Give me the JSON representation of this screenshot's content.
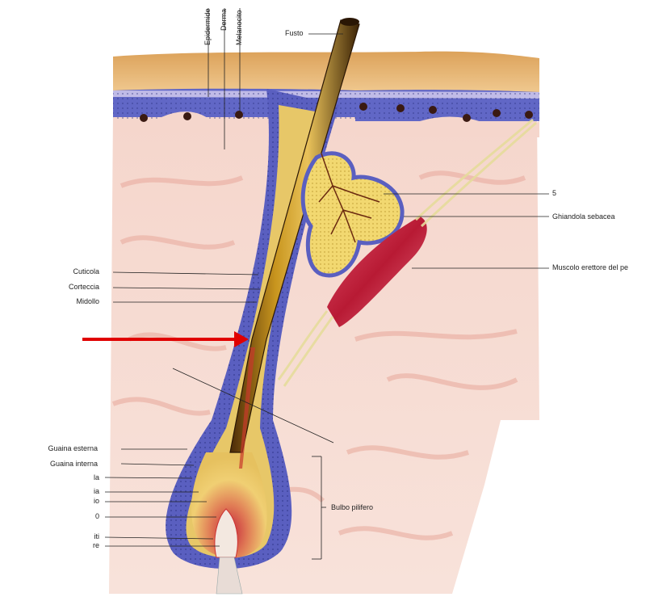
{
  "labels": {
    "epidermide": "Epidermide",
    "derma": "Derma",
    "melanocito": "Melanocito",
    "fusto": "Fusto",
    "five": "5",
    "ghiandola": "Ghiandola sebacea",
    "muscolo": "Muscolo erettore del pe",
    "cuticola": "Cuticola",
    "corteccia": "Corteccia",
    "midollo": "Midollo",
    "guaina_esterna": "Guaina esterna",
    "guaina_interna": "Guaina interna",
    "bulbo": "Bulbo pilifero",
    "cut_1": "la",
    "cut_2": "ia",
    "cut_3": "io",
    "cut_4": "0",
    "cut_5": "iti",
    "cut_6": "re"
  },
  "colors": {
    "skin_surface": "#e9b97a",
    "epidermis_blue": "#5a5fc0",
    "dermis_pink": "#f1c7bb",
    "hair_shaft": "#b98a1e",
    "sebaceous_gland": "#f0d36c",
    "muscle": "#c4233a",
    "arrow": "#e00000"
  }
}
